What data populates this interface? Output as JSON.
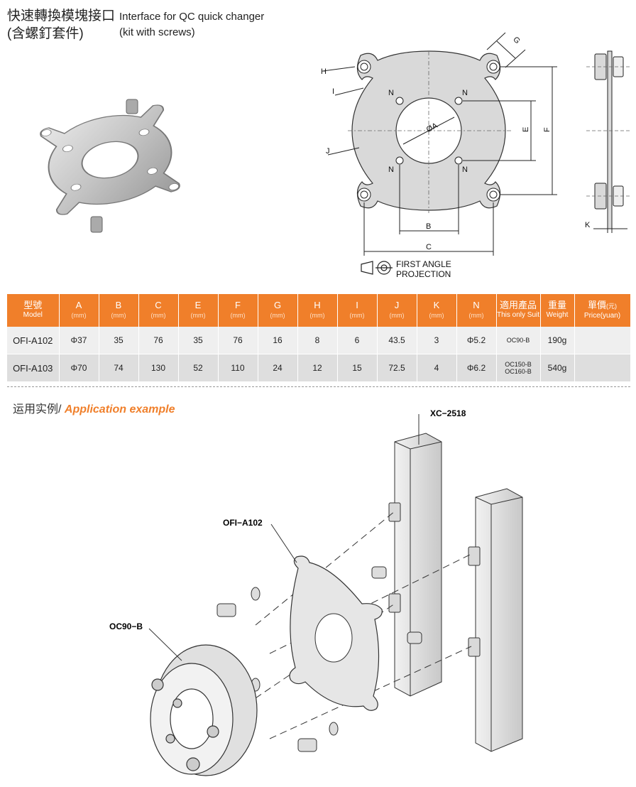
{
  "header": {
    "title_cn_line1": "快速轉換模塊接口",
    "title_cn_line2": "(含螺釘套件)",
    "title_en_line1": "Interface for QC quick changer",
    "title_en_line2": "(kit with screws)"
  },
  "drawing": {
    "dim_labels": {
      "A": "ØA",
      "B": "B",
      "C": "C",
      "E": "E",
      "F": "F",
      "G": "G",
      "H": "H",
      "I": "I",
      "J": "J",
      "K": "K",
      "N": "N"
    },
    "projection_line1": "FIRST ANGLE",
    "projection_line2": "PROJECTION"
  },
  "table": {
    "headers": [
      {
        "cn": "型號",
        "en": "Model"
      },
      {
        "cn": "A",
        "en": "(mm)"
      },
      {
        "cn": "B",
        "en": "(mm)"
      },
      {
        "cn": "C",
        "en": "(mm)"
      },
      {
        "cn": "E",
        "en": "(mm)"
      },
      {
        "cn": "F",
        "en": "(mm)"
      },
      {
        "cn": "G",
        "en": "(mm)"
      },
      {
        "cn": "H",
        "en": "(mm)"
      },
      {
        "cn": "I",
        "en": "(mm)"
      },
      {
        "cn": "J",
        "en": "(mm)"
      },
      {
        "cn": "K",
        "en": "(mm)"
      },
      {
        "cn": "N",
        "en": "(mm)"
      },
      {
        "cn": "適用產品",
        "en": "This only Suit"
      },
      {
        "cn": "重量",
        "en": "Weight"
      },
      {
        "cn": "單價",
        "cn_small": "(元)",
        "en": "Price(yuan)"
      }
    ],
    "rows": [
      [
        "OFI-A102",
        "Φ37",
        "35",
        "76",
        "35",
        "76",
        "16",
        "8",
        "6",
        "43.5",
        "3",
        "Φ5.2",
        "OC90-B",
        "190g",
        ""
      ],
      [
        "OFI-A103",
        "Φ70",
        "74",
        "130",
        "52",
        "110",
        "24",
        "12",
        "15",
        "72.5",
        "4",
        "Φ6.2",
        "OC150-B\nOC160-B",
        "540g",
        ""
      ]
    ]
  },
  "application": {
    "title_cn": "运用实例/ ",
    "title_en": "Application example",
    "labels": {
      "profile": "XC−2518",
      "plate": "OFI−A102",
      "changer": "OC90−B"
    }
  },
  "colors": {
    "accent": "#f07f2a",
    "row_light": "#efefef",
    "row_dark": "#dedede",
    "part_fill": "#d9d9d9",
    "line": "#222222"
  }
}
